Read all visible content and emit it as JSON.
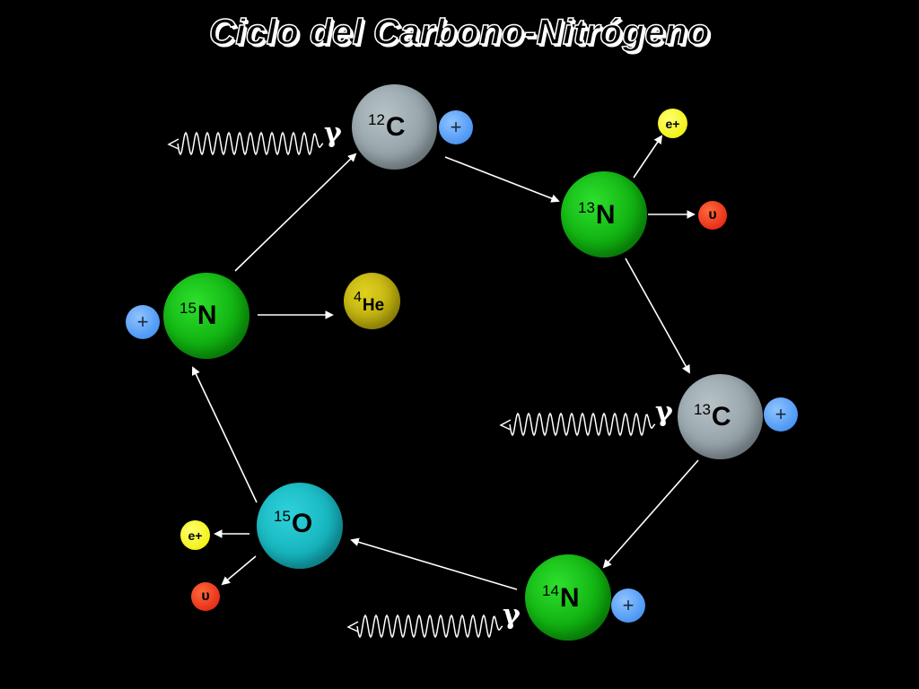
{
  "title": "Ciclo del Carbono-Nitrógeno",
  "nuclei": {
    "c12": {
      "mass": "12",
      "symbol": "C"
    },
    "n13": {
      "mass": "13",
      "symbol": "N"
    },
    "c13": {
      "mass": "13",
      "symbol": "C"
    },
    "n14": {
      "mass": "14",
      "symbol": "N"
    },
    "o15": {
      "mass": "15",
      "symbol": "O"
    },
    "n15": {
      "mass": "15",
      "symbol": "N"
    },
    "he4": {
      "mass": "4",
      "symbol": "He"
    }
  },
  "particles": {
    "proton": "+",
    "positron": "e+",
    "neutrino": "υ"
  },
  "gamma": "γ",
  "colors": {
    "background": "#000000",
    "nitrogen": "#10b010",
    "carbon": "#92a0a6",
    "oxygen": "#15b2bc",
    "helium": "#bfb00e",
    "proton": "#4d97f5",
    "positron": "#f2f21a",
    "neutrino": "#e8301a",
    "arrow": "#ffffff"
  },
  "icons": [
    "arrow-icon",
    "wave-icon",
    "proton-icon",
    "positron-icon",
    "neutrino-icon"
  ]
}
